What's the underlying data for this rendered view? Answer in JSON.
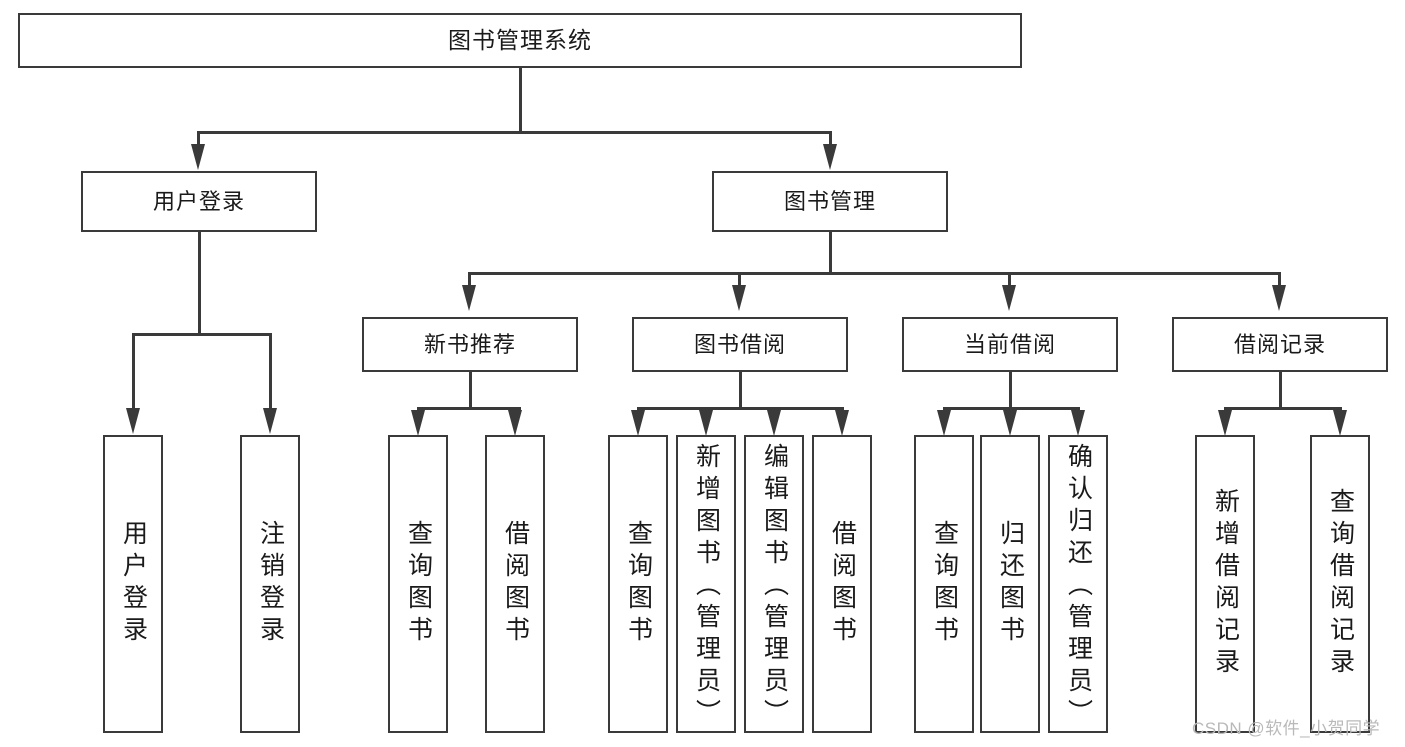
{
  "diagram": {
    "type": "tree-hierarchy",
    "title": "图书管理系统",
    "watermark": "CSDN @软件_小贺同学",
    "colors": {
      "stroke": "#3a3a3a",
      "background": "#ffffff",
      "text": "#1a1a1a",
      "watermark": "#b9b9b9"
    },
    "root": {
      "label": "图书管理系统"
    },
    "level2": [
      {
        "label": "用户登录"
      },
      {
        "label": "图书管理"
      }
    ],
    "level3": [
      {
        "label": "新书推荐"
      },
      {
        "label": "图书借阅"
      },
      {
        "label": "当前借阅"
      },
      {
        "label": "借阅记录"
      }
    ],
    "leaves": {
      "user_login": [
        {
          "label": "用户登录"
        },
        {
          "label": "注销登录"
        }
      ],
      "new_book": [
        {
          "label": "查询图书"
        },
        {
          "label": "借阅图书"
        }
      ],
      "book_borrow": [
        {
          "label": "查询图书"
        },
        {
          "label": "新增图书（管理员）"
        },
        {
          "label": "编辑图书（管理员）"
        },
        {
          "label": "借阅图书"
        }
      ],
      "current_borrow": [
        {
          "label": "查询图书"
        },
        {
          "label": "归还图书"
        },
        {
          "label": "确认归还（管理员）"
        }
      ],
      "borrow_record": [
        {
          "label": "新增借阅记录"
        },
        {
          "label": "查询借阅记录"
        }
      ]
    }
  }
}
